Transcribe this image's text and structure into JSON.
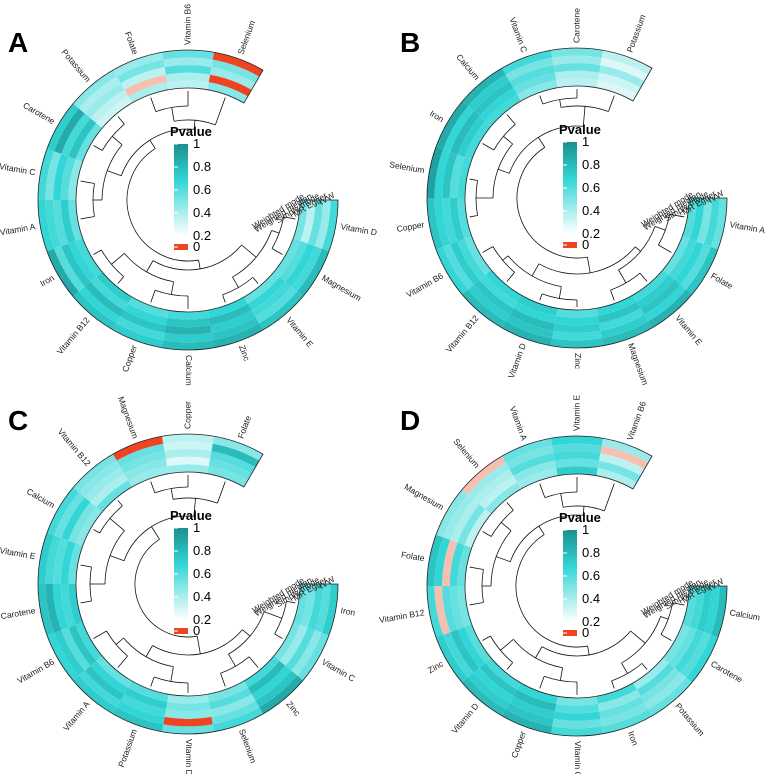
{
  "legend": {
    "title": "Pvalue",
    "ticks": [
      "1",
      "0.8",
      "0.6",
      "0.4",
      "0.2",
      "0"
    ],
    "colors": {
      "high": "#1b8f8f",
      "mid": "#33d6d6",
      "low": "#ffffff",
      "zero": "#ee4422"
    }
  },
  "methods": [
    "IVW",
    "MR Egger",
    "Simple mode",
    "Weighted median",
    "Weighted mode"
  ],
  "panels": [
    {
      "letter": "A",
      "exposures": [
        "Vitamin D",
        "Magnesium",
        "Vitamin E",
        "Zinc",
        "Calcium",
        "Copper",
        "Vitamin B12",
        "Iron",
        "Vitamin A",
        "Vitamin C",
        "Carotene",
        "Potassium",
        "Folate",
        "Vitamin B6",
        "Selenium"
      ],
      "pvalues": [
        [
          0.55,
          0.3,
          0.45,
          0.2,
          0.4
        ],
        [
          0.75,
          0.55,
          0.6,
          0.5,
          0.45
        ],
        [
          0.7,
          0.5,
          0.55,
          0.6,
          0.45
        ],
        [
          0.8,
          0.7,
          0.65,
          0.75,
          0.6
        ],
        [
          0.75,
          0.65,
          0.8,
          0.7,
          0.55
        ],
        [
          0.65,
          0.55,
          0.7,
          0.6,
          0.5
        ],
        [
          0.7,
          0.6,
          0.75,
          0.55,
          0.65
        ],
        [
          0.85,
          0.5,
          0.7,
          0.6,
          0.55
        ],
        [
          0.6,
          0.55,
          0.5,
          0.65,
          0.45
        ],
        [
          0.55,
          0.4,
          0.6,
          0.5,
          0.35
        ],
        [
          0.65,
          0.85,
          0.55,
          0.7,
          0.45
        ],
        [
          0.35,
          0.25,
          0.3,
          0.2,
          0.15
        ],
        [
          0.3,
          0.4,
          0.2,
          0.02,
          0.25
        ],
        [
          0.45,
          0.3,
          0.5,
          0.25,
          0.2
        ],
        [
          0.0,
          0.4,
          0.3,
          0.0,
          0.35
        ]
      ]
    },
    {
      "letter": "B",
      "exposures": [
        "Vitamin A",
        "Folate",
        "Vitamin E",
        "Magnesium",
        "Zinc",
        "Vitamin D",
        "Vitamin B12",
        "Vitamin B6",
        "Copper",
        "Selenium",
        "Iron",
        "Calcium",
        "Vitamin C",
        "Carotene",
        "Potassium"
      ],
      "pvalues": [
        [
          0.45,
          0.55,
          0.4,
          0.6,
          0.5
        ],
        [
          0.7,
          0.5,
          0.6,
          0.55,
          0.45
        ],
        [
          0.8,
          0.6,
          0.7,
          0.65,
          0.55
        ],
        [
          0.75,
          0.65,
          0.55,
          0.7,
          0.6
        ],
        [
          0.7,
          0.55,
          0.65,
          0.6,
          0.5
        ],
        [
          0.8,
          0.7,
          0.75,
          0.6,
          0.65
        ],
        [
          0.75,
          0.65,
          0.7,
          0.55,
          0.6
        ],
        [
          0.6,
          0.5,
          0.65,
          0.55,
          0.45
        ],
        [
          0.7,
          0.6,
          0.55,
          0.65,
          0.5
        ],
        [
          0.9,
          0.6,
          0.7,
          0.5,
          0.55
        ],
        [
          0.85,
          0.6,
          0.75,
          0.65,
          0.55
        ],
        [
          0.8,
          0.65,
          0.7,
          0.6,
          0.55
        ],
        [
          0.55,
          0.4,
          0.5,
          0.45,
          0.35
        ],
        [
          0.4,
          0.3,
          0.45,
          0.25,
          0.2
        ],
        [
          0.2,
          0.1,
          0.3,
          0.15,
          0.1
        ]
      ]
    },
    {
      "letter": "C",
      "exposures": [
        "Iron",
        "Vitamin C",
        "Zinc",
        "Selenium",
        "Vitamin D",
        "Potassium",
        "Vitamin A",
        "Vitamin B6",
        "Carotene",
        "Vitamin E",
        "Calcium",
        "Vitamin B12",
        "Magnesium",
        "Copper",
        "Folate"
      ],
      "pvalues": [
        [
          0.65,
          0.5,
          0.55,
          0.4,
          0.45
        ],
        [
          0.45,
          0.35,
          0.5,
          0.3,
          0.4
        ],
        [
          0.85,
          0.7,
          0.6,
          0.75,
          0.55
        ],
        [
          0.55,
          0.45,
          0.35,
          0.5,
          0.4
        ],
        [
          0.45,
          0.0,
          0.35,
          0.4,
          0.3
        ],
        [
          0.7,
          0.6,
          0.55,
          0.65,
          0.5
        ],
        [
          0.65,
          0.55,
          0.7,
          0.6,
          0.45
        ],
        [
          0.6,
          0.65,
          0.5,
          0.7,
          0.55
        ],
        [
          0.7,
          0.8,
          0.6,
          0.55,
          0.65
        ],
        [
          0.65,
          0.55,
          0.5,
          0.6,
          0.45
        ],
        [
          0.55,
          0.45,
          0.6,
          0.4,
          0.35
        ],
        [
          0.4,
          0.35,
          0.3,
          0.25,
          0.45
        ],
        [
          0.0,
          0.45,
          0.4,
          0.35,
          0.3
        ],
        [
          0.2,
          0.15,
          0.25,
          0.1,
          0.3
        ],
        [
          0.35,
          0.75,
          0.5,
          0.45,
          0.4
        ]
      ]
    },
    {
      "letter": "D",
      "exposures": [
        "Calcium",
        "Carotene",
        "Potassium",
        "Iron",
        "Vitamin C",
        "Copper",
        "Vitamin D",
        "Zinc",
        "Vitamin B12",
        "Folate",
        "Magnesium",
        "Selenium",
        "Vitamin A",
        "Vitamin E",
        "Vitamin B6"
      ],
      "pvalues": [
        [
          0.75,
          0.6,
          0.65,
          0.55,
          0.5
        ],
        [
          0.6,
          0.5,
          0.55,
          0.45,
          0.4
        ],
        [
          0.45,
          0.35,
          0.4,
          0.5,
          0.3
        ],
        [
          0.5,
          0.4,
          0.45,
          0.35,
          0.55
        ],
        [
          0.55,
          0.45,
          0.6,
          0.5,
          0.4
        ],
        [
          0.8,
          0.7,
          0.65,
          0.75,
          0.6
        ],
        [
          0.75,
          0.65,
          0.6,
          0.7,
          0.55
        ],
        [
          0.65,
          0.55,
          0.7,
          0.6,
          0.5
        ],
        [
          0.55,
          0.02,
          0.5,
          0.45,
          0.4
        ],
        [
          0.7,
          0.6,
          0.02,
          0.55,
          0.45
        ],
        [
          0.35,
          0.3,
          0.25,
          0.4,
          0.2
        ],
        [
          0.02,
          0.3,
          0.25,
          0.2,
          0.35
        ],
        [
          0.45,
          0.4,
          0.5,
          0.35,
          0.3
        ],
        [
          0.6,
          0.5,
          0.55,
          0.45,
          0.65
        ],
        [
          0.3,
          0.02,
          0.2,
          0.4,
          0.25
        ]
      ]
    }
  ]
}
